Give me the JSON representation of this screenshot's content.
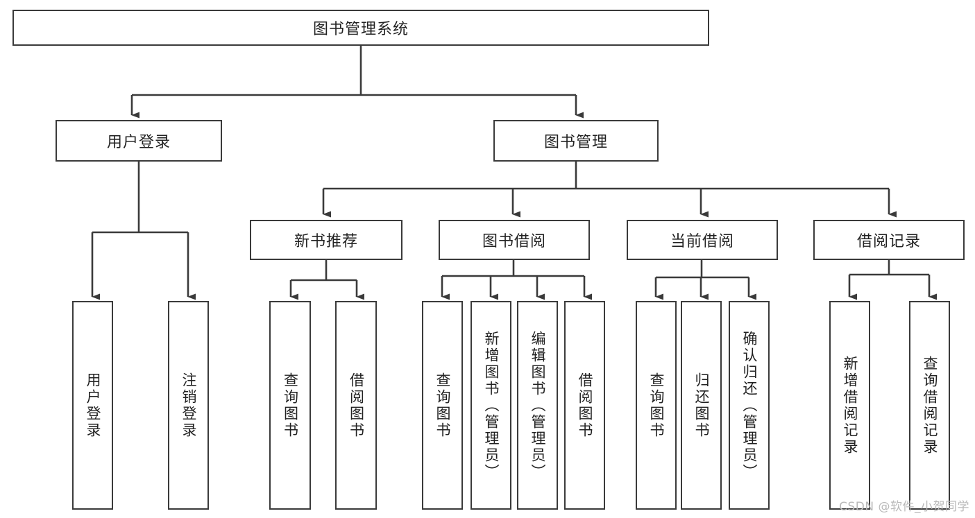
{
  "diagram": {
    "title": "图书管理系统",
    "type": "tree-hierarchy-chart",
    "orientation": "top-down",
    "colors": {
      "box_border": "#3a3a3a",
      "box_fill": "#ffffff",
      "connector": "#3a3a3a",
      "text": "#222222",
      "watermark": "#b9b9b9",
      "background": "#ffffff"
    },
    "nodes": {
      "root": {
        "label": "图书管理系统",
        "level": 1
      },
      "level2": [
        {
          "id": "user-login",
          "label": "用户登录"
        },
        {
          "id": "book-management",
          "label": "图书管理"
        }
      ],
      "level3": [
        {
          "id": "new-book-recommend",
          "label": "新书推荐"
        },
        {
          "id": "book-borrow",
          "label": "图书借阅"
        },
        {
          "id": "current-borrow",
          "label": "当前借阅"
        },
        {
          "id": "borrow-record",
          "label": "借阅记录"
        }
      ],
      "leaves": {
        "user-login": [
          {
            "id": "leaf-user-login",
            "label": "用户登录"
          },
          {
            "id": "leaf-logout-login",
            "label": "注销登录"
          }
        ],
        "new-book-recommend": [
          {
            "id": "leaf-query-book-1",
            "label": "查询图书"
          },
          {
            "id": "leaf-borrow-book-1",
            "label": "借阅图书"
          }
        ],
        "book-borrow": [
          {
            "id": "leaf-query-book-2",
            "label": "查询图书"
          },
          {
            "id": "leaf-add-book",
            "label": "新增图书（管理员）"
          },
          {
            "id": "leaf-edit-book",
            "label": "编辑图书（管理员）"
          },
          {
            "id": "leaf-borrow-book-2",
            "label": "借阅图书"
          }
        ],
        "current-borrow": [
          {
            "id": "leaf-query-book-3",
            "label": "查询图书"
          },
          {
            "id": "leaf-return-book",
            "label": "归还图书"
          },
          {
            "id": "leaf-confirm-return",
            "label": "确认归还（管理员）"
          }
        ],
        "borrow-record": [
          {
            "id": "leaf-add-record",
            "label": "新增借阅记录"
          },
          {
            "id": "leaf-query-record",
            "label": "查询借阅记录"
          }
        ]
      }
    }
  },
  "watermark": {
    "text": "CSDN @软件_小贺同学"
  }
}
